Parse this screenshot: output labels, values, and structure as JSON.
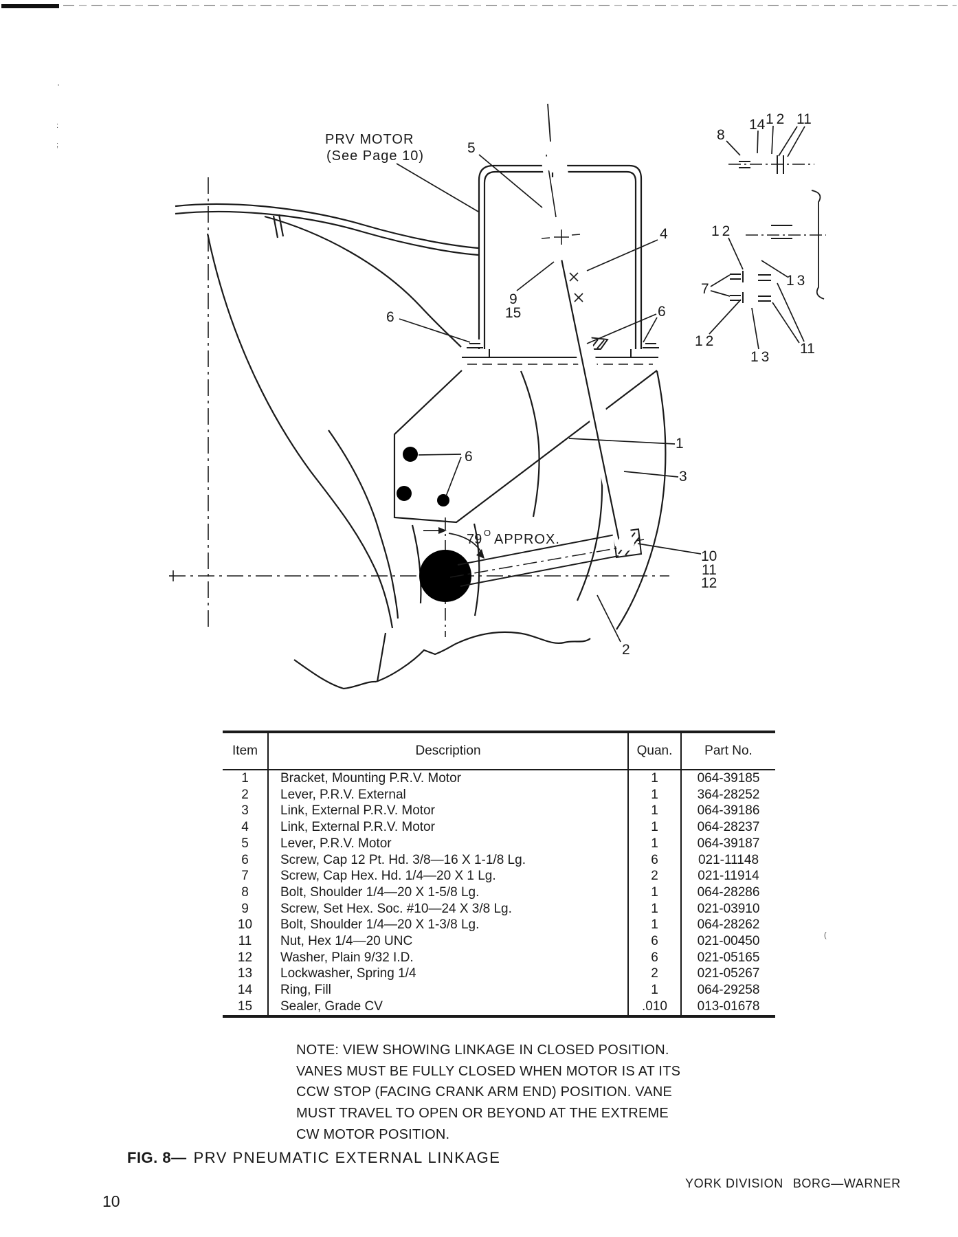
{
  "colors": {
    "paper": "#ffffff",
    "ink": "#1a1a1a"
  },
  "diagram": {
    "motor_label_line1": "PRV MOTOR",
    "motor_label_line2": "(See Page 10)",
    "angle_value": "79",
    "angle_degree": "O",
    "angle_suffix": "APPROX.",
    "callouts": {
      "c1": "1",
      "c2": "2",
      "c3": "3",
      "c4": "4",
      "c5": "5",
      "c6_left": "6",
      "c6_right": "6",
      "c6_plate": "6",
      "c7": "7",
      "c8": "8",
      "c9": "9",
      "c10": "10",
      "c11_top": "11",
      "c11_bottom": "11",
      "c11_main": "11",
      "c12_top": "12",
      "c12_mid": "12",
      "c12_bottom": "12",
      "c12_main": "12",
      "c13_mid": "13",
      "c13_bottom": "13",
      "c14": "14",
      "c15": "15"
    }
  },
  "table": {
    "headers": [
      "Item",
      "Description",
      "Quan.",
      "Part No."
    ],
    "rows": [
      [
        "1",
        "Bracket, Mounting P.R.V. Motor",
        "1",
        "064-39185"
      ],
      [
        "2",
        "Lever, P.R.V. External",
        "1",
        "364-28252"
      ],
      [
        "3",
        "Link, External P.R.V. Motor",
        "1",
        "064-39186"
      ],
      [
        "4",
        "Link, External P.R.V. Motor",
        "1",
        "064-28237"
      ],
      [
        "5",
        "Lever, P.R.V. Motor",
        "1",
        "064-39187"
      ],
      [
        "6",
        "Screw, Cap 12 Pt. Hd. 3/8—16 X 1-1/8 Lg.",
        "6",
        "021-11148"
      ],
      [
        "7",
        "Screw, Cap Hex. Hd. 1/4—20 X 1 Lg.",
        "2",
        "021-11914"
      ],
      [
        "8",
        "Bolt, Shoulder 1/4—20 X 1-5/8 Lg.",
        "1",
        "064-28286"
      ],
      [
        "9",
        "Screw, Set Hex. Soc. #10—24 X 3/8 Lg.",
        "1",
        "021-03910"
      ],
      [
        "10",
        "Bolt, Shoulder 1/4—20 X 1-3/8 Lg.",
        "1",
        "064-28262"
      ],
      [
        "11",
        "Nut, Hex 1/4—20 UNC",
        "6",
        "021-00450"
      ],
      [
        "12",
        "Washer, Plain 9/32 I.D.",
        "6",
        "021-05165"
      ],
      [
        "13",
        "Lockwasher, Spring 1/4",
        "2",
        "021-05267"
      ],
      [
        "14",
        "Ring, Fill",
        "1",
        "064-29258"
      ],
      [
        "15",
        "Sealer, Grade CV",
        ".010",
        "013-01678"
      ]
    ]
  },
  "note": {
    "lines": [
      "NOTE: VIEW SHOWING LINKAGE IN CLOSED POSITION.",
      "VANES MUST BE FULLY CLOSED WHEN MOTOR IS AT ITS",
      "CCW STOP (FACING CRANK ARM END) POSITION. VANE",
      "MUST TRAVEL TO OPEN OR BEYOND AT THE EXTREME",
      "CW MOTOR POSITION."
    ]
  },
  "caption": {
    "prefix": "FIG. 8—",
    "text": "PRV PNEUMATIC EXTERNAL LINKAGE"
  },
  "footer": {
    "page_number": "10",
    "right_1": "YORK DIVISION",
    "right_2": "BORG—WARNER"
  }
}
